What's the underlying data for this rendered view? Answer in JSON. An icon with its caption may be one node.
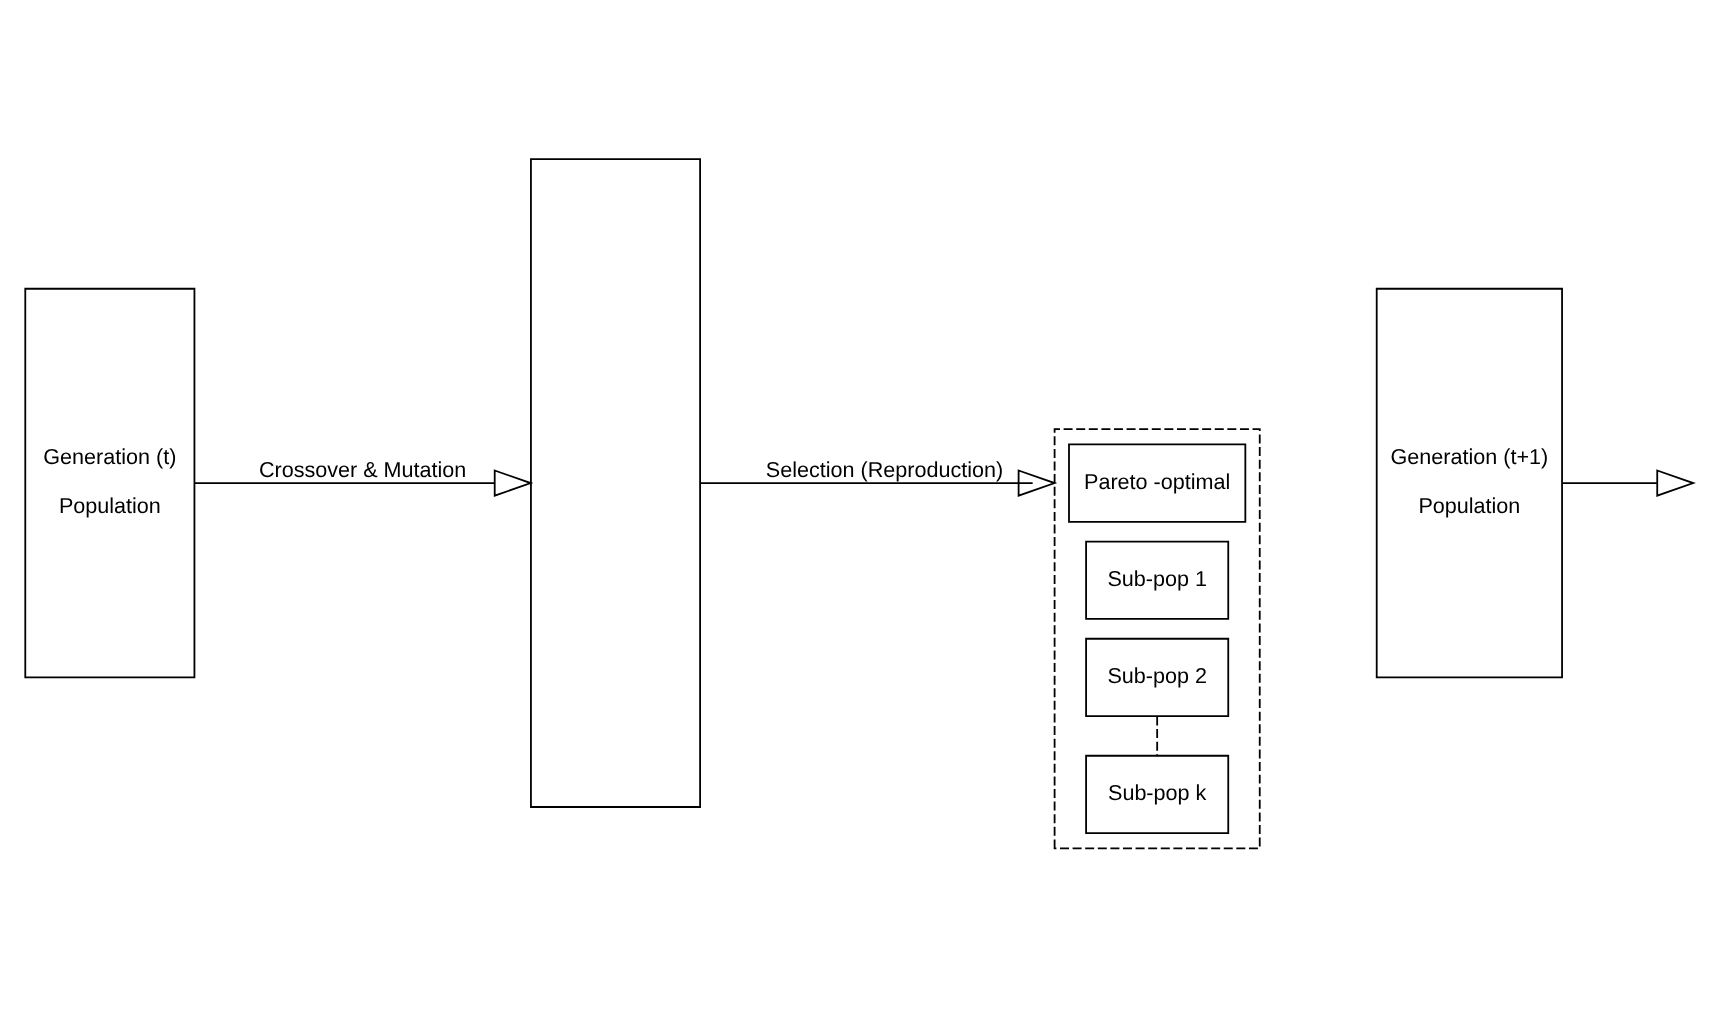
{
  "diagram": {
    "nodes": [
      {
        "text": [
          "Generation (t)",
          "Population"
        ]
      },
      {
        "text": [],
        "shape": "box"
      },
      {
        "text": [],
        "shape": "box"
      },
      {
        "text": [
          "Pareto -optimal"
        ],
        "in": 2
      },
      {
        "text": [
          "Sub-pop 1"
        ],
        "in": 2
      },
      {
        "text": [
          "Sub-pop 2"
        ],
        "in": 2
      },
      {
        "text": [
          "Sub-pop k"
        ],
        "in": 2
      },
      {
        "text": [
          "Generation (t+1)",
          "Population"
        ]
      }
    ],
    "edges": [
      {
        "from": 0,
        "to": 1,
        "arrow": "to",
        "label": "Crossover & Mutation"
      },
      {
        "from": 1,
        "to": 2,
        "arrow": "to",
        "label": "Selection (Reproduction)"
      },
      {
        "from": 5,
        "to": 6,
        "arrow": "none",
        "style": "dashed"
      },
      {
        "from": 7,
        "to": null,
        "arrow": "to"
      }
    ]
  }
}
